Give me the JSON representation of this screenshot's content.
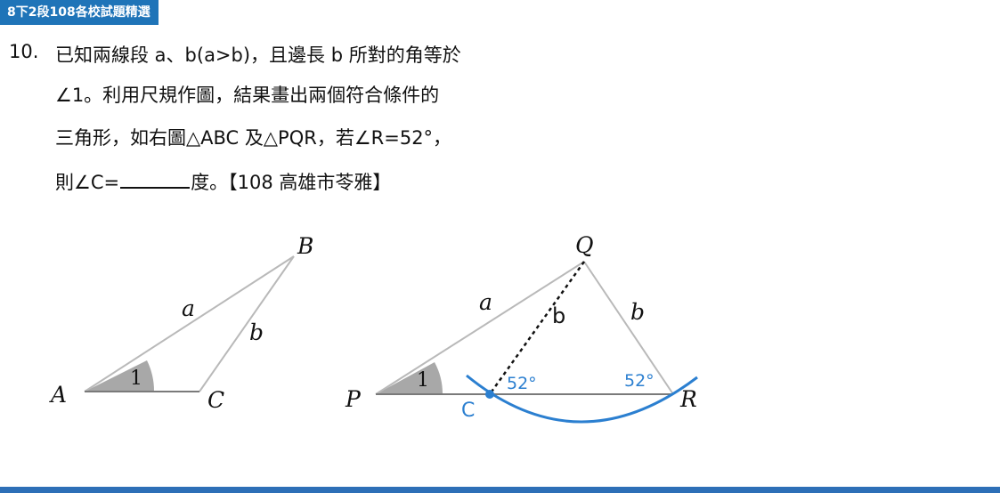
{
  "header": {
    "tag": "8下2段108各校試題精選"
  },
  "question": {
    "number": "10.",
    "line1": "已知兩線段 a、b(a>b)，且邊長 b 所對的角等於",
    "line2": "∠1。利用尺規作圖，結果畫出兩個符合條件的",
    "line3": "三角形，如右圖△ABC 及△PQR，若∠R=52°，",
    "line4_before": "則∠C=",
    "line4_after": "度。【108 高雄市苓雅】"
  },
  "figure": {
    "left_triangle": {
      "vertex_A": "A",
      "vertex_B": "B",
      "vertex_C": "C",
      "side_a": "a",
      "side_b": "b",
      "angle_label": "1"
    },
    "right_triangle": {
      "vertex_P": "P",
      "vertex_Q": "Q",
      "vertex_R": "R",
      "point_C": "C",
      "side_a": "a",
      "side_b_QR": "b",
      "dashed_b": "b",
      "angle_label": "1",
      "angle_C": "52°",
      "angle_R": "52°"
    },
    "colors": {
      "triangle_line": "#b9b9b9",
      "angle_fill": "#a8a8a8",
      "arc": "#2b7fd0",
      "dashed": "#111111",
      "text": "#111111"
    }
  }
}
